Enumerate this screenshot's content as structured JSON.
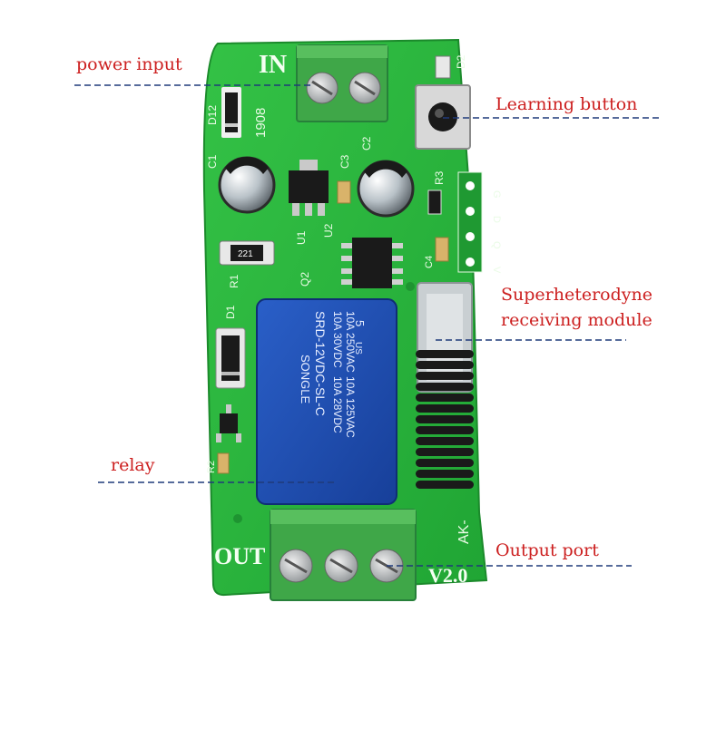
{
  "colors": {
    "label": "#cc1f1f",
    "leader": "#1f3a7a",
    "pcb": "#27b43a",
    "relay": "#1d4fb5",
    "terminal": "#3fa748"
  },
  "callouts": [
    {
      "id": "power-input",
      "label": "power input"
    },
    {
      "id": "learning-button",
      "label": "Learning button"
    },
    {
      "id": "superhet-module",
      "label": "Superheterodyne",
      "label2": "receiving module"
    },
    {
      "id": "relay",
      "label": "relay"
    },
    {
      "id": "output-port",
      "label": "Output port"
    }
  ],
  "board": {
    "in_label": "IN",
    "out_label": "OUT",
    "version": "V2.0",
    "silk_1908": "1908",
    "ref_d12": "D12",
    "ref_c1": "C1",
    "ref_c2": "C2",
    "ref_c3": "C3",
    "ref_u1": "U1",
    "ref_u2": "U2",
    "ref_r1": "R1",
    "ref_r3": "R3",
    "ref_d1": "D1",
    "ref_d2": "D2",
    "ref_q2": "Q2",
    "ref_r2": "R2",
    "ref_c4": "C4",
    "resistor_code": "221",
    "ak_text": "AK-",
    "pins": [
      "G",
      "D",
      "Q",
      "V"
    ],
    "relay": {
      "brand": "SONGLE",
      "line1": "10A 125VAC",
      "line2": "10A 28VDC",
      "line3": "10A 250VAC",
      "line4": "10A 30VDC",
      "model": "SRD-12VDC-SL-C",
      "us_mark": "US",
      "num5": "5"
    }
  }
}
